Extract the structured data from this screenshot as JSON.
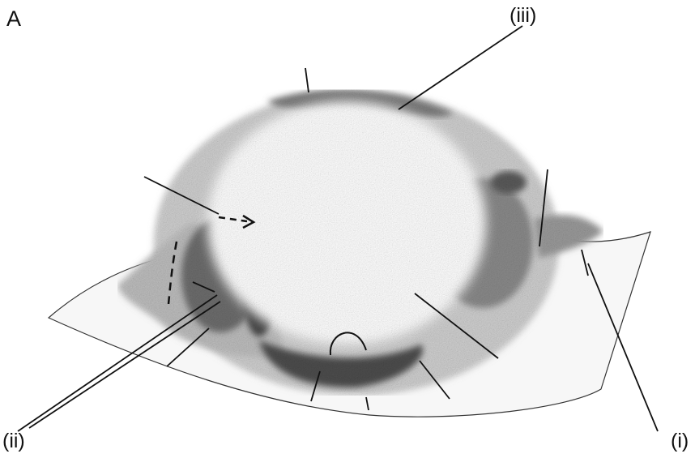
{
  "figure": {
    "panel_letter": "A",
    "labels": {
      "i": "(i)",
      "ii": "(ii)",
      "iii": "(iii)"
    }
  },
  "colors": {
    "ink": "#111111",
    "paper": "#ffffff",
    "tissue_light": "#c9c9c9",
    "tissue_mid": "#8f8f8f",
    "tissue_dark": "#4a4a4a"
  }
}
